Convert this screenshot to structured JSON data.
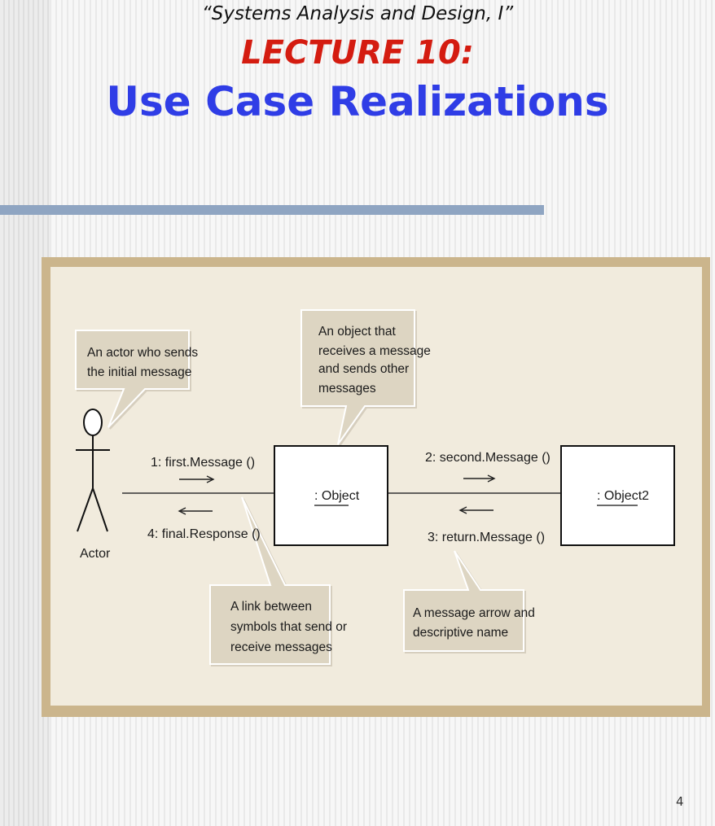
{
  "slide": {
    "course": "“Systems Analysis and Design, I”",
    "lecture": "LECTURE 10:",
    "title": "Use Case Realizations",
    "page_number": "4"
  },
  "diagram": {
    "actor_label": "Actor",
    "object1_label": ": Object",
    "object2_label": ": Object2",
    "messages": {
      "first": "1: first.Message ()",
      "final": "4: final.Response ()",
      "second": "2: second.Message ()",
      "return": "3: return.Message ()"
    },
    "callouts": {
      "actor": [
        "An actor who sends",
        "the initial message"
      ],
      "object": [
        "An object that",
        "receives a message",
        "and sends other",
        "messages"
      ],
      "link": [
        "A link between",
        "symbols that send or",
        "receive messages"
      ],
      "message_arrow": [
        "A message arrow and",
        "descriptive name"
      ]
    }
  },
  "colors": {
    "lecture": "#d41c10",
    "title": "#2f3de6",
    "rule": "#8fa5c2",
    "frame": "#cbb58c",
    "panel": "#f1ebdd",
    "callout": "#ddd5c2"
  }
}
